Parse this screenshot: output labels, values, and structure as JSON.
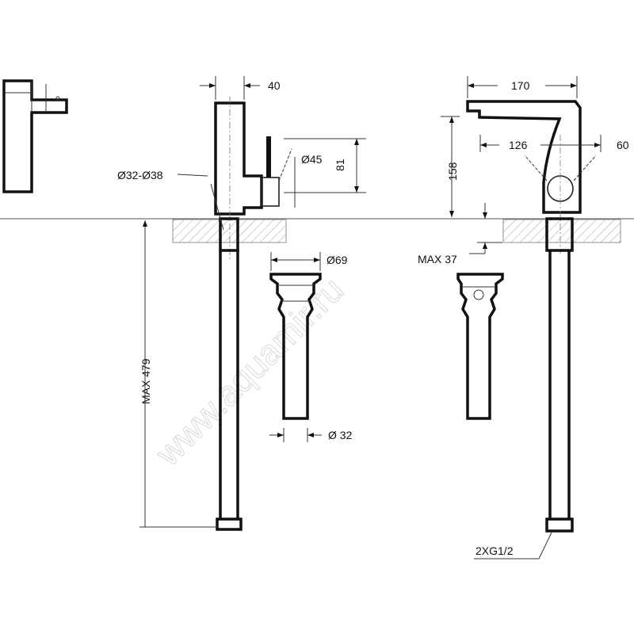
{
  "watermark": "www.aquamir.ru",
  "dimensions": {
    "top_width_left": "40",
    "hole_diameter": "Ø32-Ø38",
    "lever_diameter": "Ø45",
    "lever_height": "81",
    "max_hose_length": "MAX 479",
    "drain_diameter": "Ø69",
    "drain_pipe_diameter": "Ø 32",
    "spout_reach": "170",
    "spout_height": "158",
    "lever_swing_a": "126",
    "lever_swing_b": "60",
    "max_counter_thickness": "MAX 37",
    "connection": "2XG1/2"
  },
  "colors": {
    "line": "#111111",
    "hatch": "#888888"
  }
}
